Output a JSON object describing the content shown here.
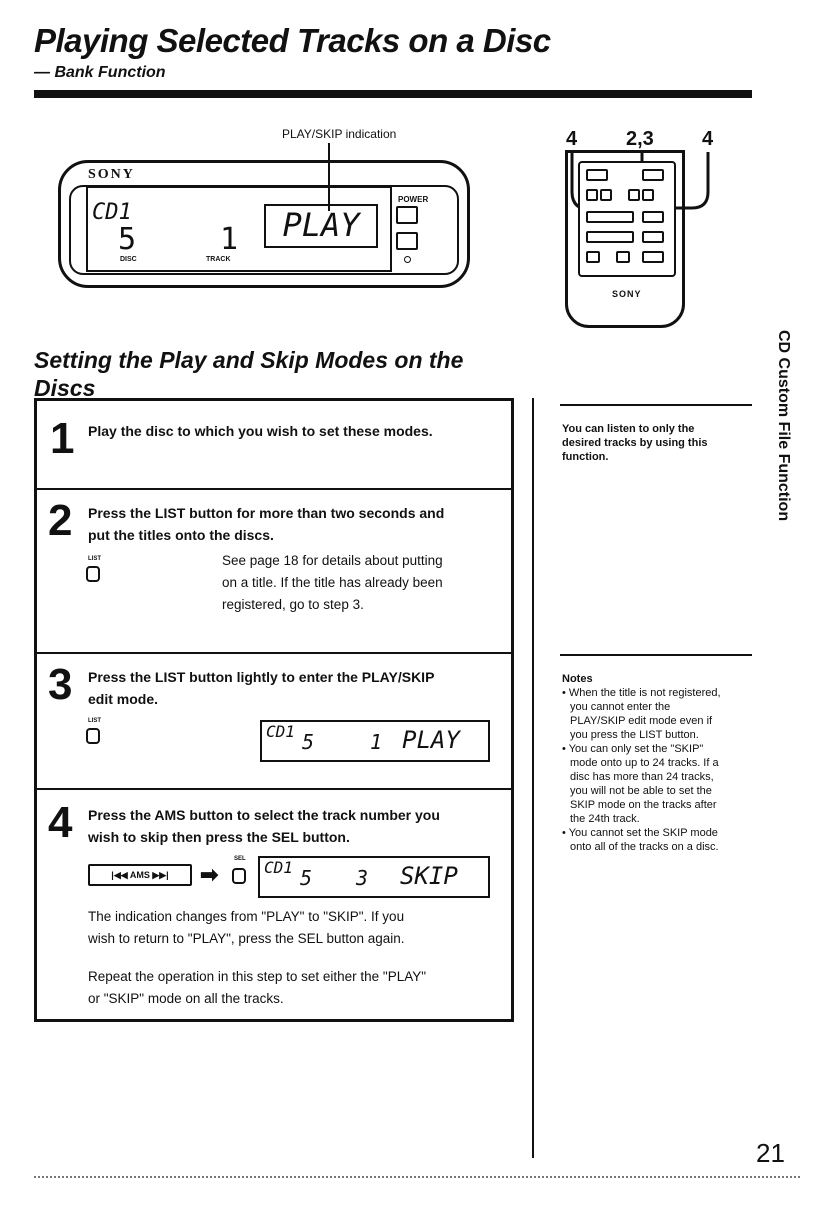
{
  "header": {
    "title": "Playing Selected Tracks on a Disc",
    "subtitle": "— Bank Function"
  },
  "figure": {
    "indication_label": "PLAY/SKIP indication",
    "brand": "SONY",
    "lcd_cd": "CD1",
    "lcd_disc": "5",
    "lcd_track": "1",
    "lcd_disc_label": "DISC",
    "lcd_track_label": "TRACK",
    "lcd_mode": "PLAY",
    "power_label": "POWER",
    "remote_callouts": [
      "4",
      "2,3",
      "4"
    ],
    "remote_brand": "SONY"
  },
  "section": {
    "heading_line1": "Setting the Play and Skip Modes on the",
    "heading_line2": "Discs"
  },
  "side_tab": "CD Custom File Function",
  "steps": [
    {
      "num": "1",
      "head": "Play the disc to which you wish to set these modes."
    },
    {
      "num": "2",
      "head_line1": "Press the LIST button for more than two seconds and",
      "head_line2": "put the titles onto the discs.",
      "button_label": "LIST",
      "body_line1": "See page 18 for details about putting",
      "body_line2": "on a title.  If the title has already been",
      "body_line3": "registered, go to step 3."
    },
    {
      "num": "3",
      "head_line1": "Press the LIST button lightly to enter the PLAY/SKIP",
      "head_line2": "edit mode.",
      "button_label": "LIST",
      "lcd_cd": "CD1",
      "lcd_disc": "5",
      "lcd_track": "1",
      "lcd_mode": "PLAY"
    },
    {
      "num": "4",
      "head_line1": "Press the AMS button to select the track number you",
      "head_line2": "wish to skip then press the SEL button.",
      "ams_label": "AMS",
      "sel_label": "SEL",
      "lcd_cd": "CD1",
      "lcd_disc": "5",
      "lcd_track": "3",
      "lcd_mode": "SKIP",
      "body_line1": "The indication changes from \"PLAY\" to \"SKIP\".  If you",
      "body_line2": "wish to return to \"PLAY\", press the SEL button again.",
      "body_line3": "Repeat the operation in this step to set either the \"PLAY\"",
      "body_line4": "or \"SKIP\" mode on all the tracks."
    }
  ],
  "sidebar": {
    "tip_line1": "You can listen to only the",
    "tip_line2": "desired tracks by using this",
    "tip_line3": "function.",
    "notes_heading": "Notes",
    "note1_line1": "• When the title is not registered,",
    "note1_line2": "you cannot enter the",
    "note1_line3": "PLAY/SKIP edit mode even if",
    "note1_line4": "you press the LIST button.",
    "note2_line1": "• You can only set the \"SKIP\"",
    "note2_line2": "mode onto up to 24 tracks.  If a",
    "note2_line3": "disc has more than 24 tracks,",
    "note2_line4": "you will not be able to set the",
    "note2_line5": "SKIP mode on the tracks after",
    "note2_line6": "the 24th track.",
    "note3_line1": "• You cannot set the SKIP mode",
    "note3_line2": "onto all of the tracks on a disc."
  },
  "page_number": "21"
}
